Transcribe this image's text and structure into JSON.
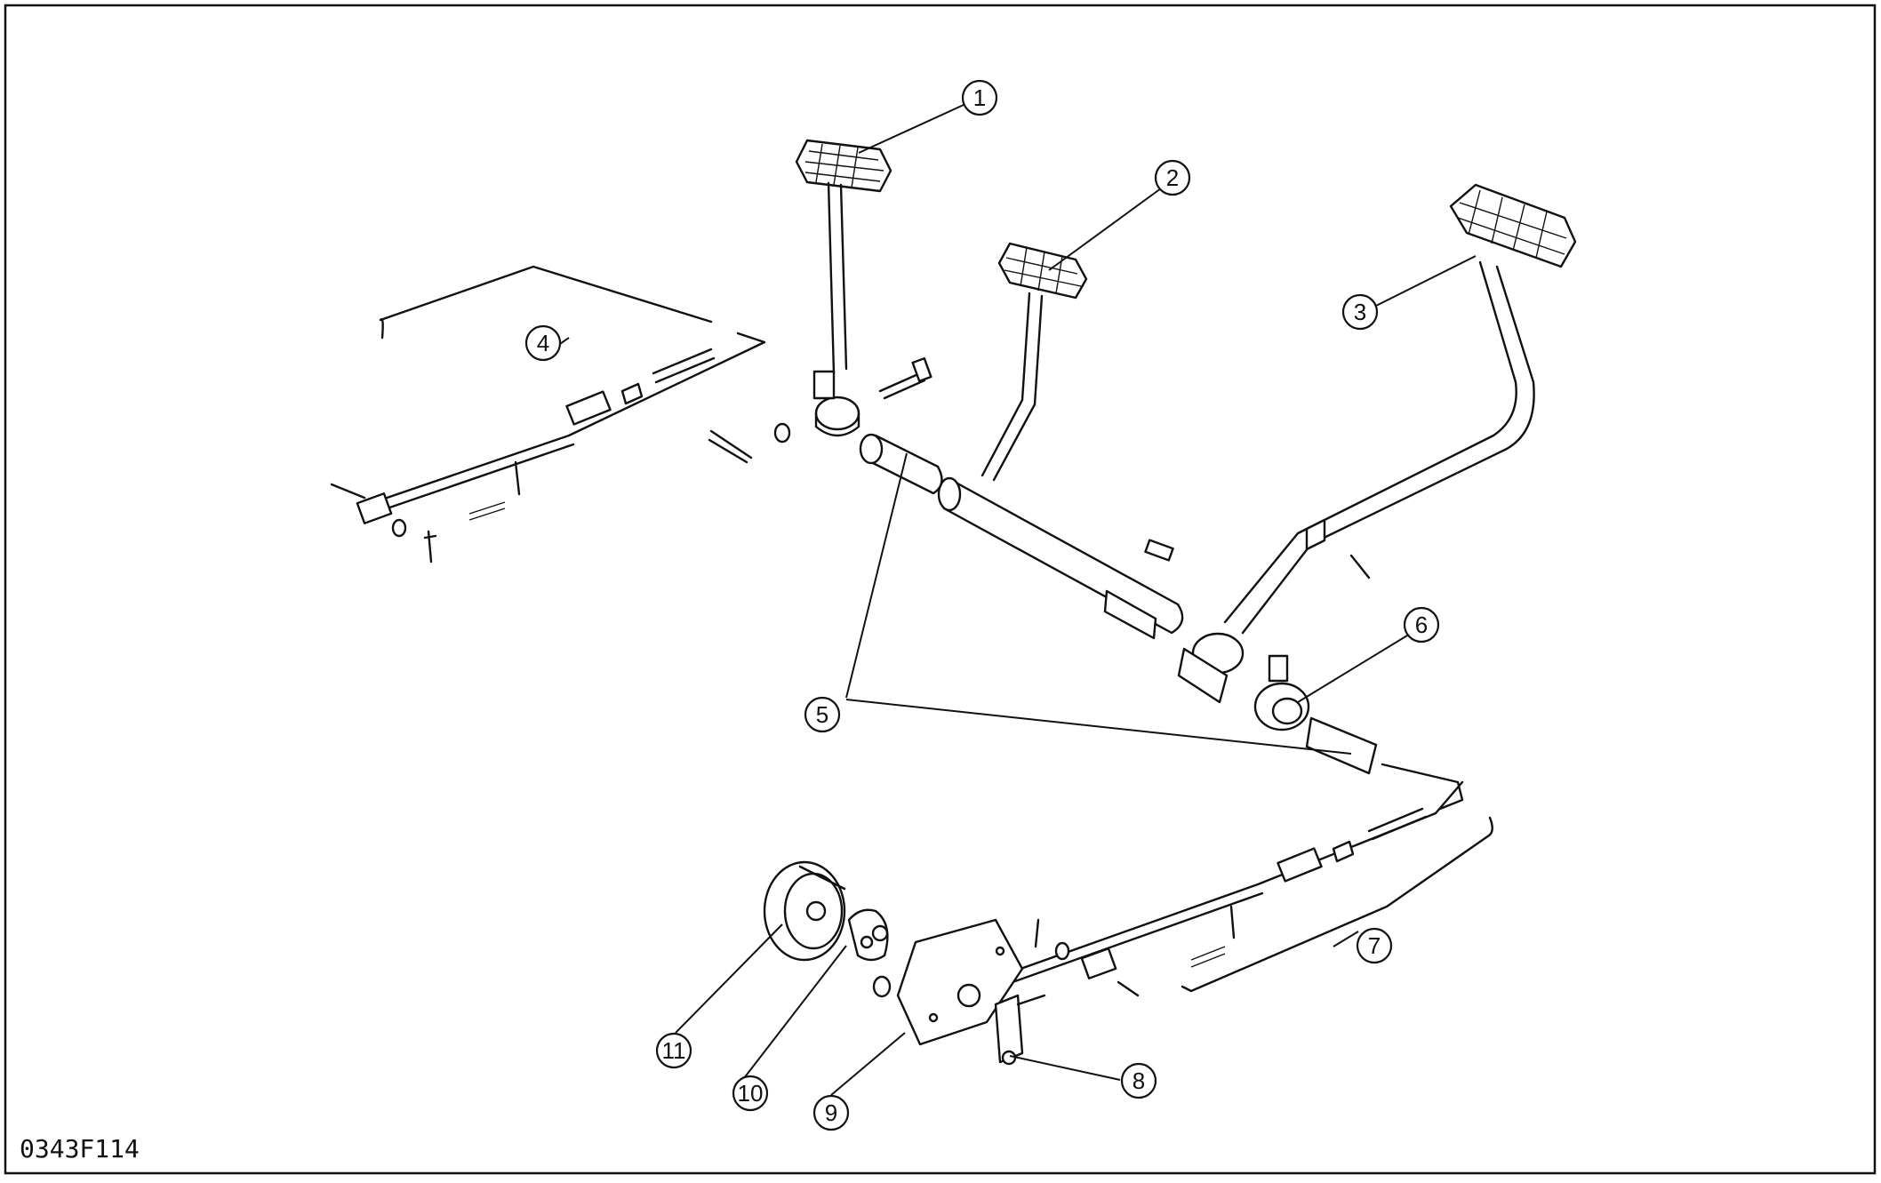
{
  "figure": {
    "code": "0343F114"
  },
  "callouts": [
    {
      "id": "c1",
      "label": "1"
    },
    {
      "id": "c2",
      "label": "2"
    },
    {
      "id": "c3",
      "label": "3"
    },
    {
      "id": "c4",
      "label": "4"
    },
    {
      "id": "c5",
      "label": "5"
    },
    {
      "id": "c6",
      "label": "6"
    },
    {
      "id": "c7",
      "label": "7"
    },
    {
      "id": "c8",
      "label": "8"
    },
    {
      "id": "c9",
      "label": "9"
    },
    {
      "id": "c10",
      "label": "10"
    },
    {
      "id": "c11",
      "label": "11"
    }
  ]
}
